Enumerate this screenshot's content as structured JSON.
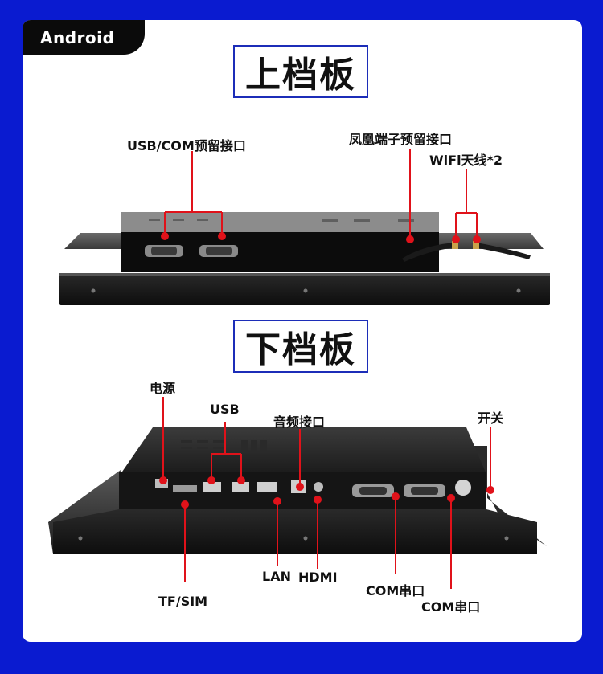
{
  "badge": "Android",
  "top_panel": {
    "title": "上档板",
    "labels": {
      "usb_com": "USB/COM预留接口",
      "phoenix": "凤凰端子预留接口",
      "wifi": "WiFi天线*2"
    }
  },
  "bottom_panel": {
    "title": "下档板",
    "labels": {
      "power": "电源",
      "usb": "USB",
      "audio": "音频接口",
      "switch": "开关",
      "lan": "LAN",
      "hdmi": "HDMI",
      "tfsim": "TF/SIM",
      "com1": "COM串口",
      "com2": "COM串口"
    }
  },
  "colors": {
    "frame": "#0a1bd0",
    "callout": "#e0121a",
    "title_border": "#1c2db8",
    "panel": "#1a1a1a"
  }
}
